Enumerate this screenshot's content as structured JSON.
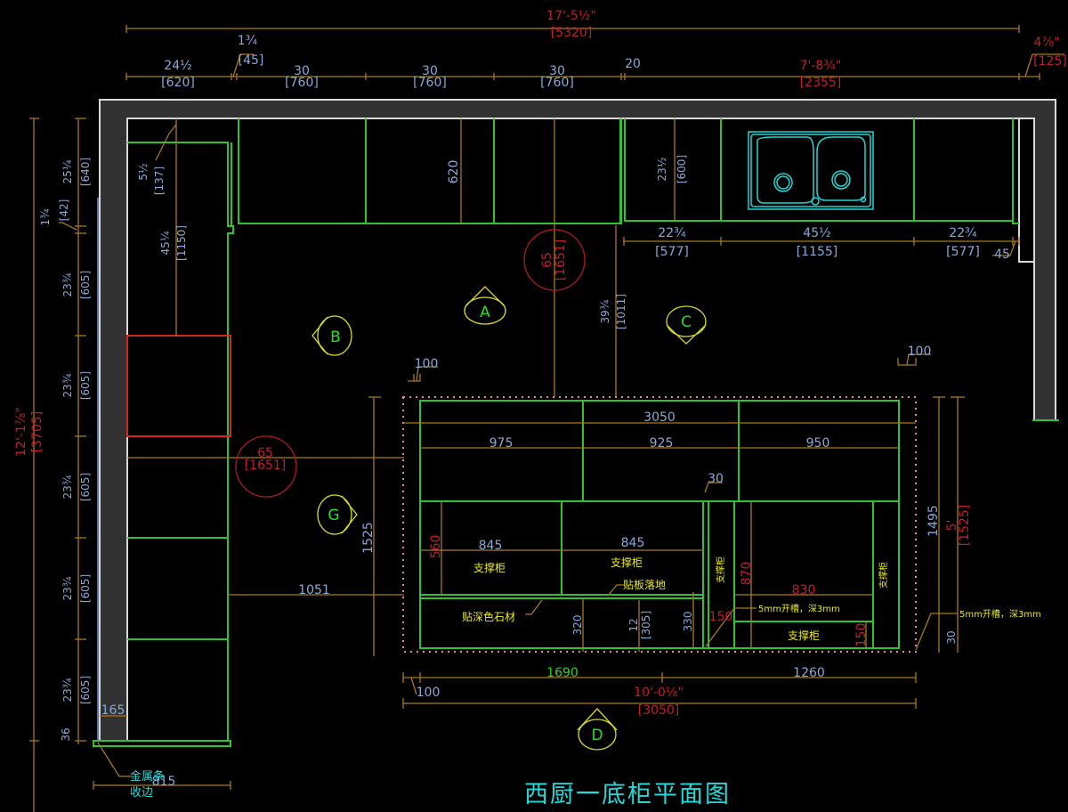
{
  "drawing": {
    "title": "西厨一底柜平面图",
    "colors": {
      "background": "#000000",
      "cabinet_line": "#2fc42f",
      "dimension_line": "#a87a1e",
      "dimension_text": "#8aa8d8",
      "imperial_text": "#c0202c",
      "wall_fill": "#323232",
      "sink": "#22d4d4",
      "annotation": "#e8e820",
      "view_tag": "#dada2a"
    }
  },
  "top_dims": {
    "overall_imperial": "17'-5½\"",
    "overall_metric": "[5320]",
    "segments": [
      {
        "imperial": "24½",
        "metric": "[620]"
      },
      {
        "imperial": "1¾",
        "metric": "[45]"
      },
      {
        "imperial": "30",
        "metric": "[760]"
      },
      {
        "imperial": "30",
        "metric": "[760]"
      },
      {
        "imperial": "30",
        "metric": "[760]"
      },
      {
        "imperial": "20",
        "metric": ""
      },
      {
        "imperial": "7'-8¾\"",
        "metric": "[2355]"
      },
      {
        "imperial": "4⅞\"",
        "metric": "[125]"
      }
    ]
  },
  "left_dims": {
    "overall_imperial": "12'-1⅞\"",
    "overall_metric": "[3705]",
    "segments": [
      {
        "imperial": "25¼",
        "metric": "[640]"
      },
      {
        "imperial": "1¾",
        "metric": "[42]"
      },
      {
        "imperial": "23¾",
        "metric": "[605]"
      },
      {
        "imperial": "23¾",
        "metric": "[605]"
      },
      {
        "imperial": "23¾",
        "metric": "[605]"
      },
      {
        "imperial": "23¾",
        "metric": "[605]"
      },
      {
        "imperial": "23¾",
        "metric": "[605]"
      },
      {
        "imperial": "36",
        "metric": ""
      }
    ],
    "inner": [
      {
        "imperial": "5½",
        "metric": "[137]"
      },
      {
        "imperial": "45¼",
        "metric": "[1150]"
      }
    ],
    "wall_gap": "165",
    "bottom_width": "815",
    "trim_note_line1": "金属条",
    "trim_note_line2": "收边"
  },
  "upper_run": {
    "depth_left": "620",
    "depth_right_imperial": "23½",
    "depth_right_metric": "[600]",
    "sink_row": [
      {
        "imperial": "22¾",
        "metric": "[577]"
      },
      {
        "imperial": "45½",
        "metric": "[1155]"
      },
      {
        "imperial": "22¾",
        "metric": "[577]"
      }
    ],
    "end_gap": "45",
    "clearance_imperial": "39¾",
    "clearance_metric": "[1011]"
  },
  "clearance_circles": [
    {
      "imperial": "65",
      "metric": "[1651]"
    },
    {
      "imperial": "65",
      "metric": "[1651]"
    }
  ],
  "island": {
    "overhang_left": "100",
    "overhang_right": "100",
    "overall": "3050",
    "top_sections": [
      "975",
      "925",
      "950"
    ],
    "small_gap": "30",
    "lower_left_widths": [
      "845",
      "845"
    ],
    "height_560": "560",
    "label_support": "支撑柜",
    "note_floor_panel": "贴板落地",
    "note_dark_stone": "贴深色石材",
    "dim_320": "320",
    "dim_12_imperial": "12",
    "dim_12_metric": "[305]",
    "dim_330": "330",
    "right_870": "870",
    "right_830": "830",
    "right_150a": "150",
    "right_150b": "150",
    "groove_note": "5mm开槽，深3mm",
    "depth_1495": "1495",
    "depth_imperial": "5'",
    "depth_metric": "[1525]",
    "bottom_30": "30",
    "side_1525": "1525",
    "side_1051": "1051",
    "bottom_left": "1690",
    "bottom_right": "1260",
    "bottom_offset": "100",
    "bottom_overall_imperial": "10'-0⅛\"",
    "bottom_overall_metric": "[3050]"
  },
  "view_tags": [
    "A",
    "B",
    "C",
    "D",
    "G"
  ]
}
